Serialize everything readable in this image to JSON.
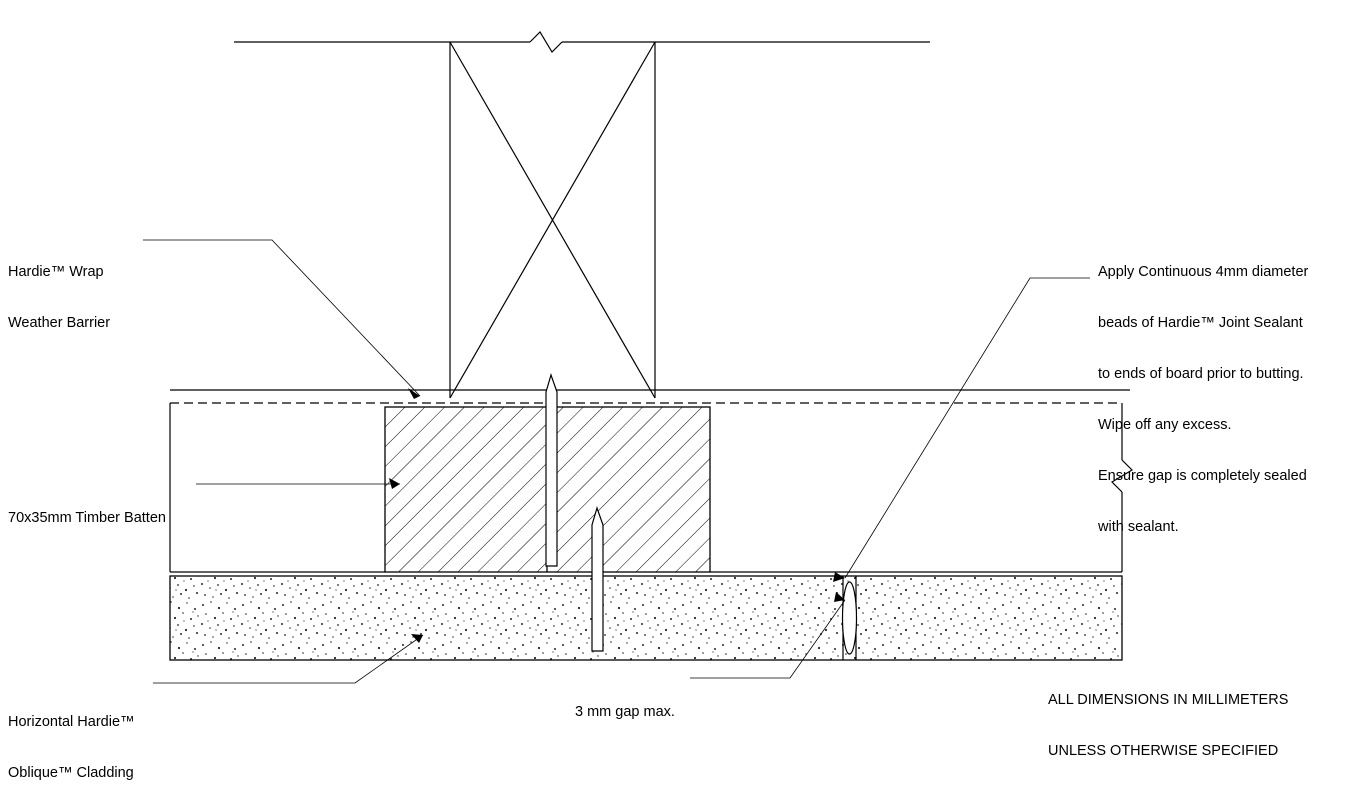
{
  "diagram": {
    "title": "Horizontal Hardie Oblique Cladding vertical butt joint detail",
    "labels": {
      "weather_barrier": {
        "line1": "Hardie™ Wrap",
        "line2": "Weather Barrier"
      },
      "timber_batten": {
        "line1": "70x35mm Timber Batten"
      },
      "cladding": {
        "line1": "Horizontal Hardie™",
        "line2": "Oblique™ Cladding"
      },
      "gap": {
        "line1": "3 mm gap max."
      },
      "sealant": {
        "line1": "Apply Continuous 4mm diameter",
        "line2": "beads of Hardie™ Joint Sealant",
        "line3": "to ends of board prior to butting.",
        "line4": "Wipe off any excess.",
        "line5": "Ensure gap is completely sealed",
        "line6": "with sealant."
      },
      "units": {
        "line1": "ALL DIMENSIONS IN MILLIMETERS",
        "line2": "UNLESS OTHERWISE SPECIFIED"
      }
    },
    "colors": {
      "line": "#000000",
      "background": "#ffffff",
      "hatch": "#000000",
      "speckle": "#2b2b2b"
    }
  }
}
